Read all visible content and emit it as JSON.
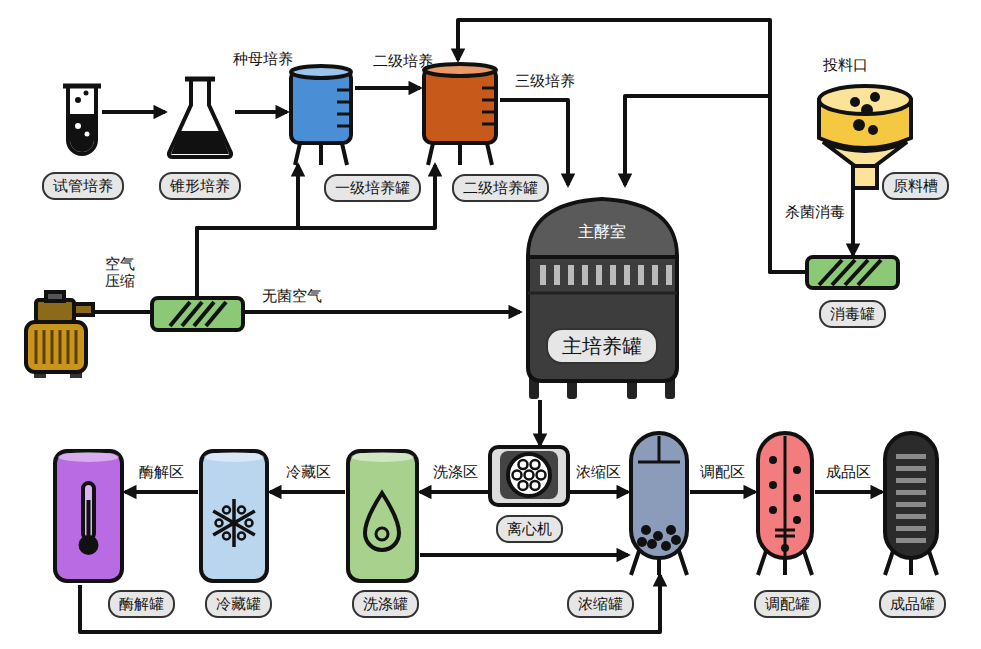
{
  "diagram": {
    "nodes": [
      {
        "text": [
          "试管培养"
        ]
      },
      {
        "text": [
          "锥形培养"
        ]
      },
      {
        "text": [
          "一级培养罐"
        ]
      },
      {
        "text": [
          "二级培养罐"
        ]
      },
      {
        "text": [
          "空气压缩"
        ]
      },
      {
        "text": [
          "主酵室",
          "主培养罐"
        ]
      },
      {
        "text": [
          "原料槽"
        ]
      },
      {
        "text": [
          "消毒罐"
        ]
      },
      {
        "text": [
          "离心机"
        ]
      },
      {
        "text": [
          "洗涤罐"
        ]
      },
      {
        "text": [
          "冷藏罐"
        ]
      },
      {
        "text": [
          "酶解罐"
        ]
      },
      {
        "text": [
          "浓缩罐"
        ]
      },
      {
        "text": [
          "调配罐"
        ]
      },
      {
        "text": [
          "成品罐"
        ]
      }
    ],
    "edges": [
      {
        "from": 0,
        "to": 1,
        "arrow": "to"
      },
      {
        "from": 1,
        "to": 2,
        "label": "种母培养",
        "arrow": "to"
      },
      {
        "from": 2,
        "to": 3,
        "label": "二级培养",
        "arrow": "to"
      },
      {
        "from": 3,
        "to": 5,
        "label": "三级培养",
        "arrow": "to"
      },
      {
        "from": 4,
        "to": 2,
        "arrow": "to"
      },
      {
        "from": 4,
        "to": 3,
        "arrow": "to"
      },
      {
        "from": 4,
        "to": 5,
        "label": "无菌空气",
        "arrow": "to"
      },
      {
        "from": 6,
        "to": 7,
        "label": "杀菌消毒",
        "arrow": "to"
      },
      {
        "from": 7,
        "to": 3,
        "arrow": "to"
      },
      {
        "from": 7,
        "to": 5,
        "arrow": "to"
      },
      {
        "from": 5,
        "to": 8,
        "arrow": "to"
      },
      {
        "from": 8,
        "to": 9,
        "label": "洗涤区",
        "arrow": "to"
      },
      {
        "from": 8,
        "to": 12,
        "label": "浓缩区",
        "arrow": "to"
      },
      {
        "from": 9,
        "to": 10,
        "label": "冷藏区",
        "arrow": "to"
      },
      {
        "from": 10,
        "to": 11,
        "label": "酶解区",
        "arrow": "to"
      },
      {
        "from": 9,
        "to": 12,
        "arrow": "to"
      },
      {
        "from": 11,
        "to": 12,
        "arrow": "to"
      },
      {
        "from": 12,
        "to": 13,
        "label": "调配区",
        "arrow": "to"
      },
      {
        "from": 13,
        "to": 14,
        "label": "成品区",
        "arrow": "to"
      }
    ],
    "labels": [
      "投料口"
    ]
  }
}
